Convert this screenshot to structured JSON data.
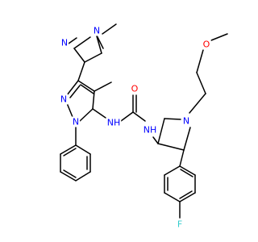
{
  "colors": {
    "bond": "#000000",
    "nitrogen": "#0000ff",
    "oxygen": "#ff0000",
    "fluorine": "#33cccc"
  },
  "atoms": {
    "n_pyrazole_methyl": "N",
    "n_pyrazole_2": "N",
    "n_pyrazole_main_2": "N",
    "n_pyrazole_main_1": "N",
    "n_urea_left": "NH",
    "n_urea_right": "NH",
    "o_urea": "O",
    "n_pyrrolidine": "N",
    "o_methoxy": "O",
    "f_aryl": "F"
  }
}
